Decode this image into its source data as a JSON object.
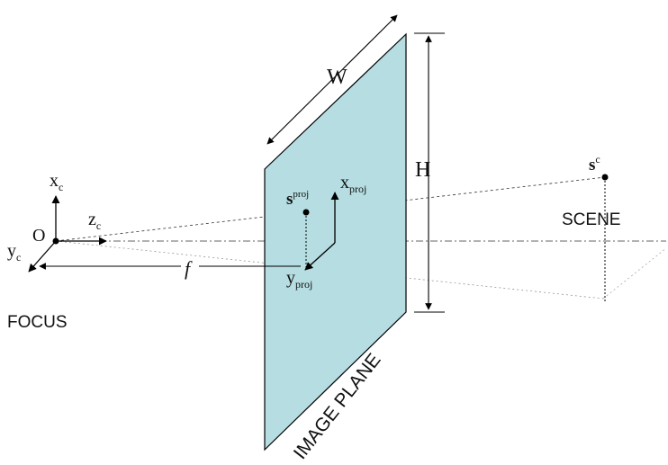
{
  "labels": {
    "W": "W",
    "H": "H",
    "O": "O",
    "f": "f",
    "x": "x",
    "y": "y",
    "z": "z",
    "s": "s",
    "sub_c": "c",
    "sub_proj": "proj",
    "sup_proj": "proj",
    "sup_c": "c",
    "focus": "FOCUS",
    "scene": "SCENE",
    "image_plane": "IMAGE PLANE"
  },
  "colors": {
    "plane_fill": "#b5dde2",
    "line": "#000000",
    "background": "#ffffff"
  }
}
